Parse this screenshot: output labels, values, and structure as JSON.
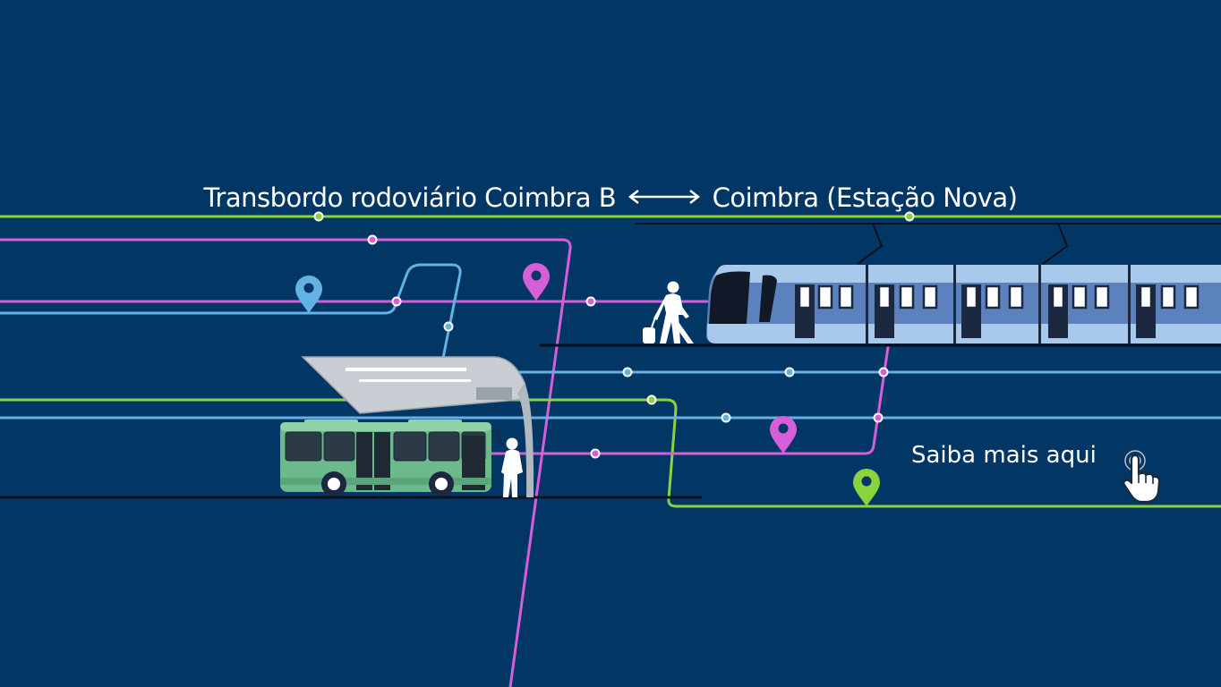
{
  "headline": {
    "origin": "Transbordo rodoviário Coimbra B",
    "destination": "Coimbra (Estação Nova)"
  },
  "cta": {
    "label": "Saiba mais aqui"
  },
  "colors": {
    "background": "#023665",
    "line_green": "#8bd33d",
    "line_magenta": "#d65ed8",
    "line_blue": "#63b2e3",
    "bus_body": "#6cba8b",
    "train_body": "#5b82bd",
    "train_window_band": "#a8c8ec",
    "shelter": "#c8ced4"
  },
  "icons": [
    "bidirectional-arrow-icon",
    "map-pin-icon",
    "pointing-hand-icon",
    "bus-icon",
    "train-icon",
    "bus-shelter-icon",
    "passenger-icon",
    "traveler-with-suitcase-icon"
  ]
}
